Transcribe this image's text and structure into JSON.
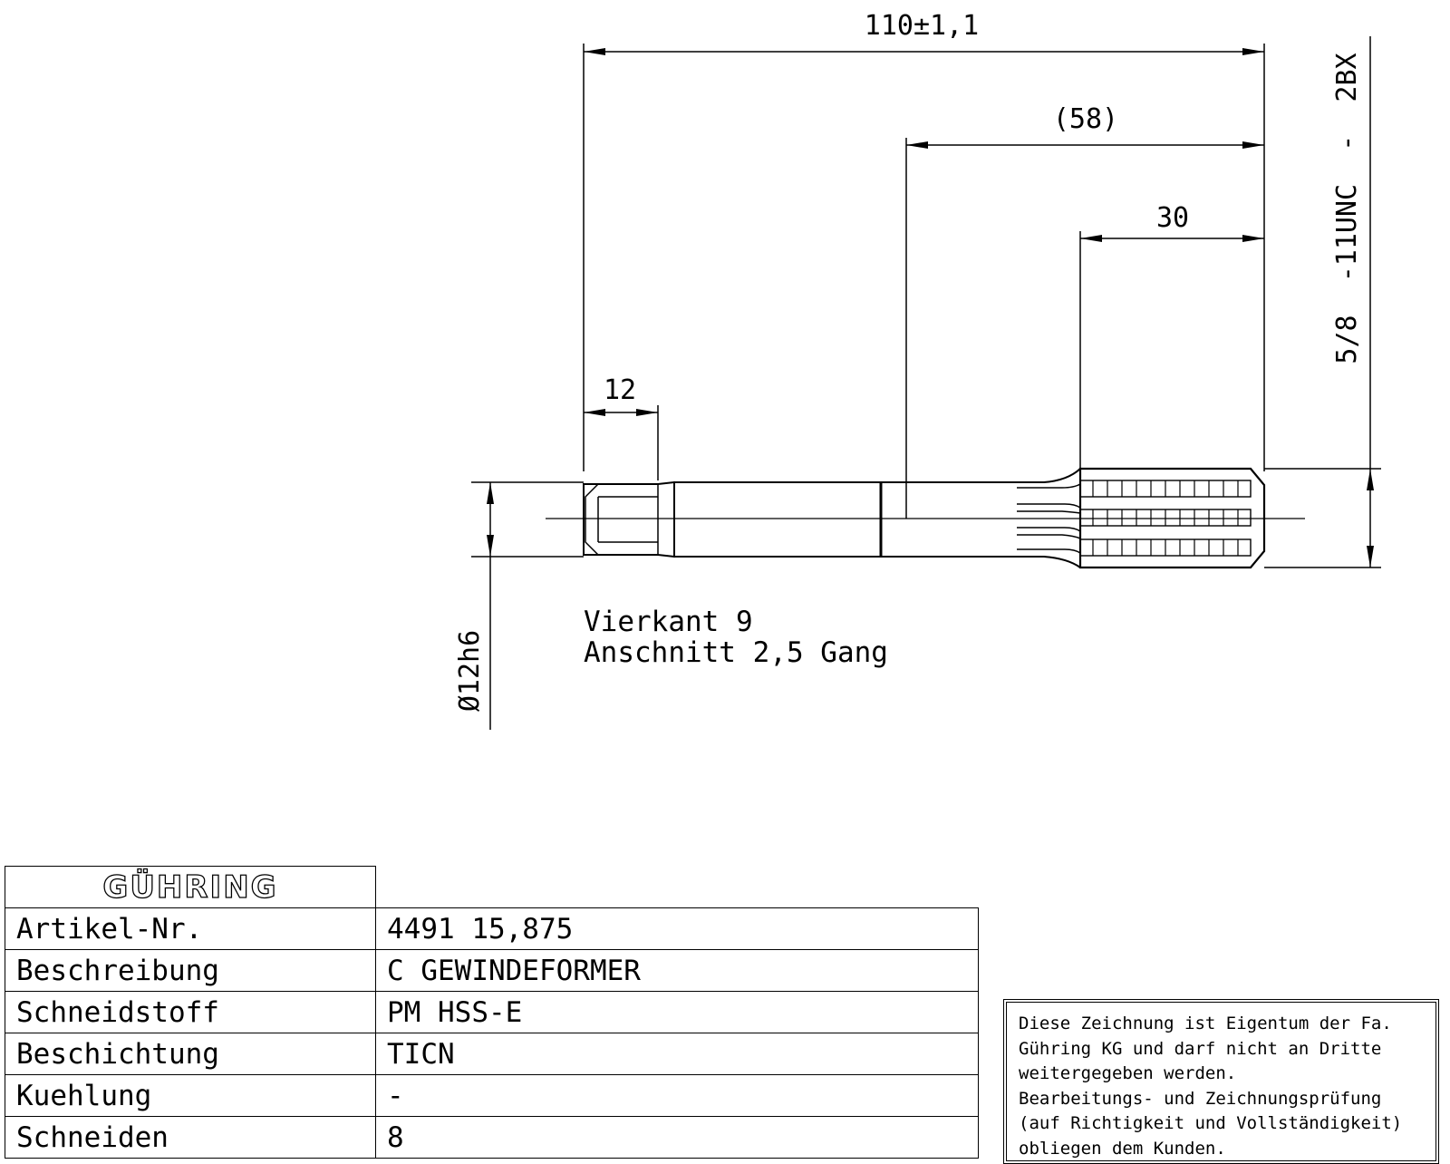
{
  "dimensions": {
    "overall_length": "110±1,1",
    "length_58": "(58)",
    "thread_length": "30",
    "square_length": "12",
    "thread_spec": "5/8  -11UNC  -  2BX",
    "shank_diameter": "Ø12h6"
  },
  "notes": {
    "line1": "Vierkant 9",
    "line2": "Anschnitt 2,5 Gang"
  },
  "title_block": {
    "logo": "GÜHRING",
    "rows": [
      {
        "label": "Artikel-Nr.",
        "value": "4491 15,875"
      },
      {
        "label": "Beschreibung",
        "value": "C GEWINDEFORMER"
      },
      {
        "label": "Schneidstoff",
        "value": "PM HSS-E"
      },
      {
        "label": "Beschichtung",
        "value": "TICN"
      },
      {
        "label": "Kuehlung",
        "value": "-"
      },
      {
        "label": "Schneiden",
        "value": "8"
      }
    ]
  },
  "disclaimer": "Diese Zeichnung ist Eigentum der Fa.\nGühring KG und darf nicht an Dritte\nweitergegeben werden.\nBearbeitungs- und Zeichnungsprüfung\n(auf Richtigkeit und Vollständigkeit)\nobliegen dem Kunden."
}
